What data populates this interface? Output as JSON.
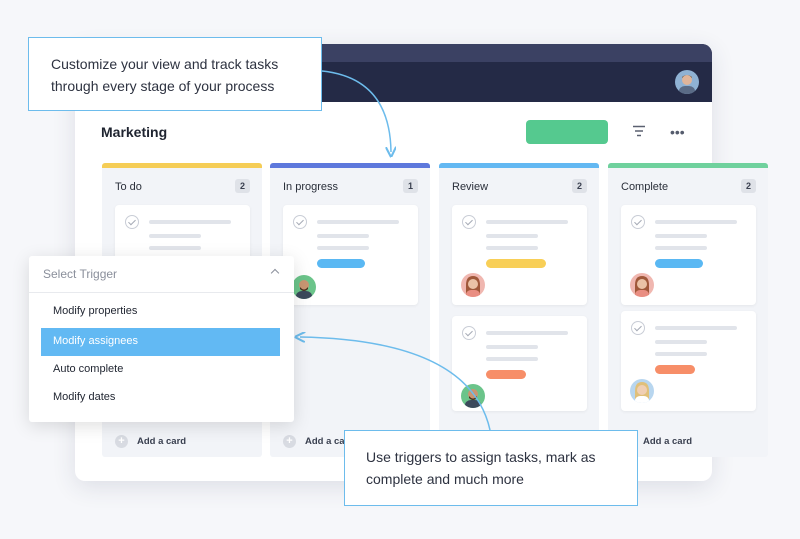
{
  "colors": {
    "topbar": "#242a46",
    "accent_green": "#55c98f",
    "callout_border": "#6dbcec",
    "selected_option": "#62b9f3"
  },
  "board": {
    "title": "Marketing",
    "add_card_label": "Add a card",
    "columns": [
      {
        "name": "To do",
        "count": "2",
        "color": "#f5cd56"
      },
      {
        "name": "In progress",
        "count": "1",
        "color": "#5d78dc"
      },
      {
        "name": "Review",
        "count": "2",
        "color": "#63b8f2"
      },
      {
        "name": "Complete",
        "count": "2",
        "color": "#6fd19d"
      }
    ]
  },
  "tags": {
    "blue": "#5ab8f3",
    "yellow": "#f8cf57",
    "orange": "#f78e68"
  },
  "dropdown": {
    "label": "Select Trigger",
    "options": [
      "Modify properties",
      "Modify assignees",
      "Auto complete",
      "Modify dates"
    ],
    "selected": "Modify assignees"
  },
  "callouts": {
    "top": [
      "Customize your view and track tasks",
      "through every stage of your process"
    ],
    "bottom": [
      "Use triggers to assign tasks, mark as",
      "complete and much more"
    ]
  },
  "icons": {
    "filter": "filter-icon",
    "more": "more-options-icon",
    "check": "check-circle-icon",
    "chevron": "chevron-up-icon",
    "plus": "plus-circle-icon"
  }
}
